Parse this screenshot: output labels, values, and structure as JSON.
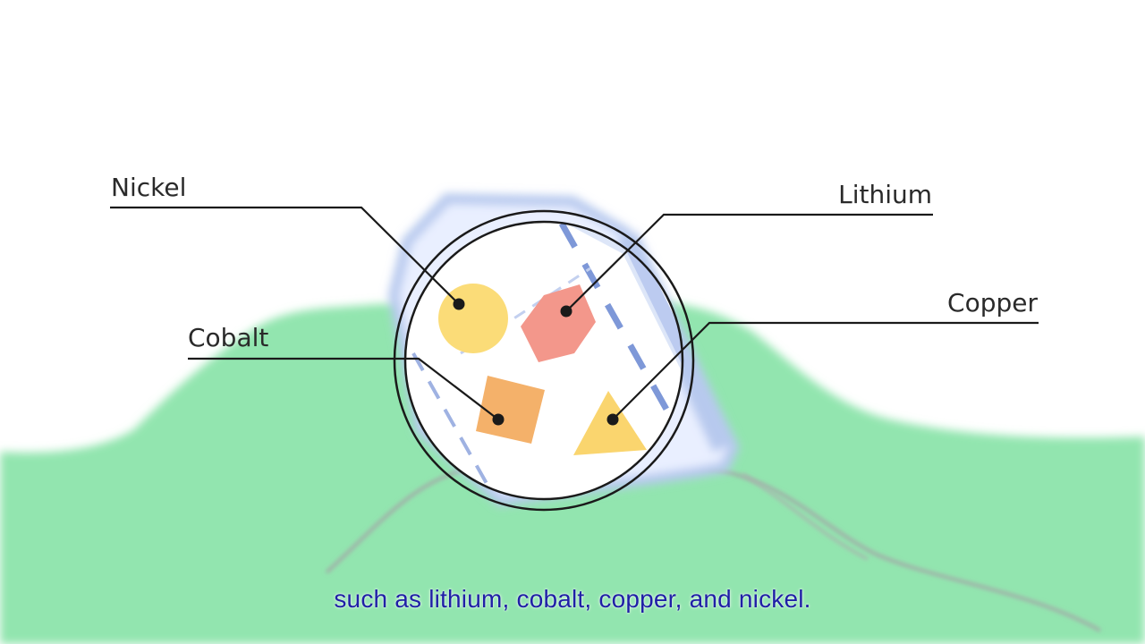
{
  "labels": {
    "nickel": "Nickel",
    "lithium": "Lithium",
    "cobalt": "Cobalt",
    "copper": "Copper"
  },
  "subtitle": "such as lithium, cobalt, copper, and nickel.",
  "colors": {
    "ground": "#92e5af",
    "battery_outline": "#b7c9ee",
    "battery_dash": "#7e98d8",
    "nickel": "#fbdc78",
    "lithium": "#f3978b",
    "cobalt": "#f4b16a",
    "copper": "#fad56e",
    "line": "#1a1a1a",
    "subtitle": "#1f1fa6"
  }
}
